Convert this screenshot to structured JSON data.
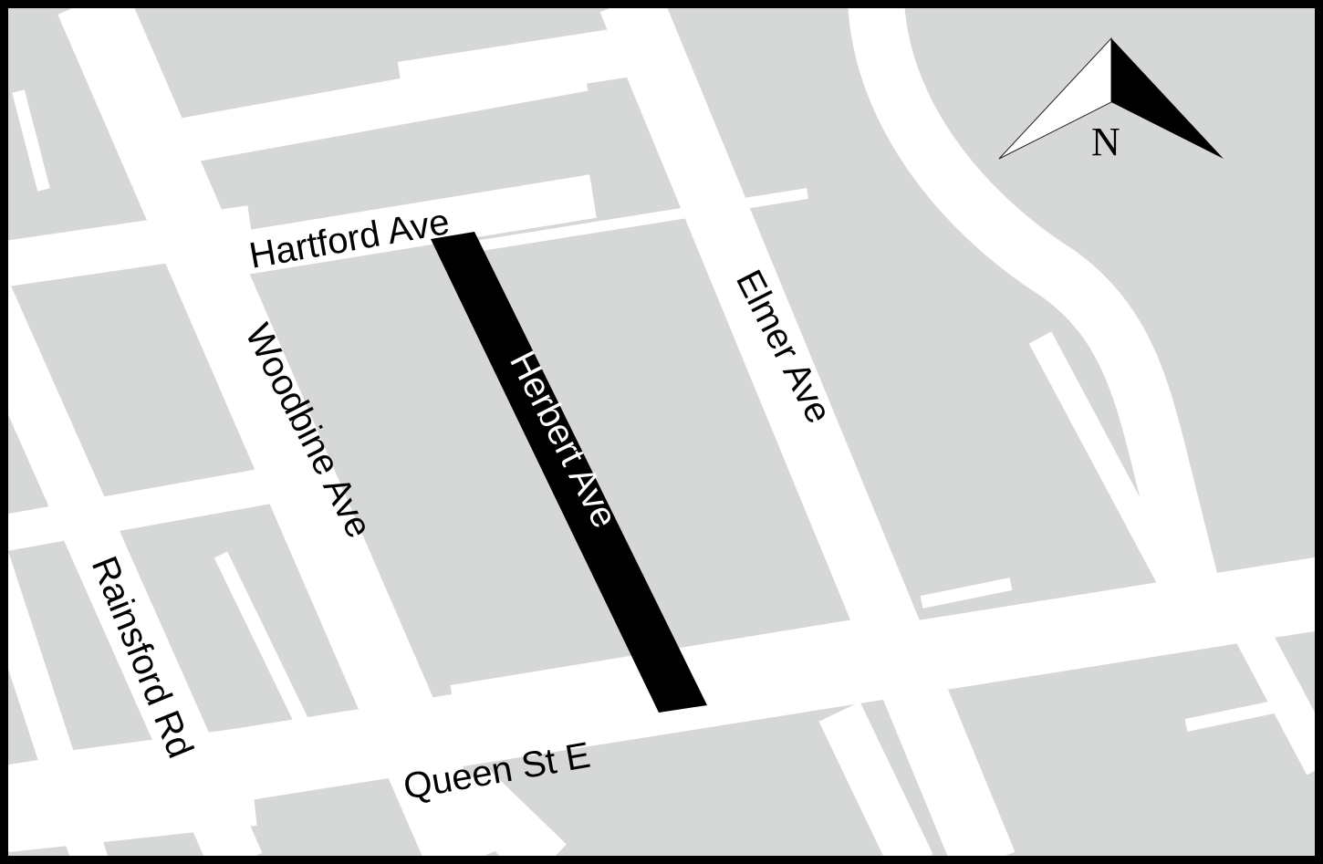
{
  "map": {
    "streets": {
      "hartford": "Hartford Ave",
      "woodbine": "Woodbine Ave",
      "herbert": "Herbert Ave",
      "elmer": "Elmer Ave",
      "rainsford": "Rainsford Rd",
      "queen": "Queen St E"
    },
    "compass": {
      "letter": "N"
    },
    "colors": {
      "block": "#d5d8d6",
      "road": "#ffffff",
      "highlight": "#000000",
      "frame": "#000000"
    }
  }
}
